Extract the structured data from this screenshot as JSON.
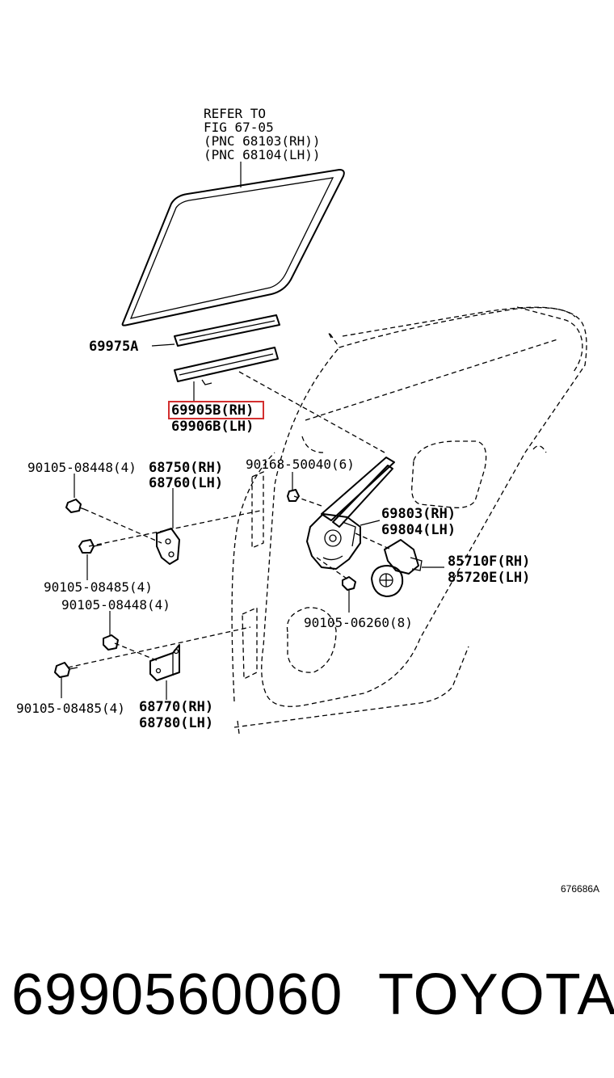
{
  "diagram": {
    "refer": {
      "line1": "REFER TO",
      "line2": "FIG 67-05",
      "line3": "(PNC 68103(RH))",
      "line4": "(PNC 68104(LH))"
    },
    "labels": {
      "p69975a": "69975A",
      "p69905b": "69905B(RH)",
      "p69906b": "69906B(LH)",
      "p90105_08448_top": "90105-08448(4)",
      "p68750": "68750(RH)",
      "p68760": "68760(LH)",
      "p90168": "90168-50040(6)",
      "p69803": "69803(RH)",
      "p69804": "69804(LH)",
      "p85710f": "85710F(RH)",
      "p85720e": "85720E(LH)",
      "p90105_08485_top": "90105-08485(4)",
      "p90105_08448_mid": "90105-08448(4)",
      "p90105_06260": "90105-06260(8)",
      "p90105_08485_bot": "90105-08485(4)",
      "p68770": "68770(RH)",
      "p68780": "68780(LH)"
    },
    "figure_id": "676686A",
    "highlight_color": "#d32f2f"
  },
  "footer": {
    "part_number": "6990560060",
    "brand": "TOYOTA"
  }
}
